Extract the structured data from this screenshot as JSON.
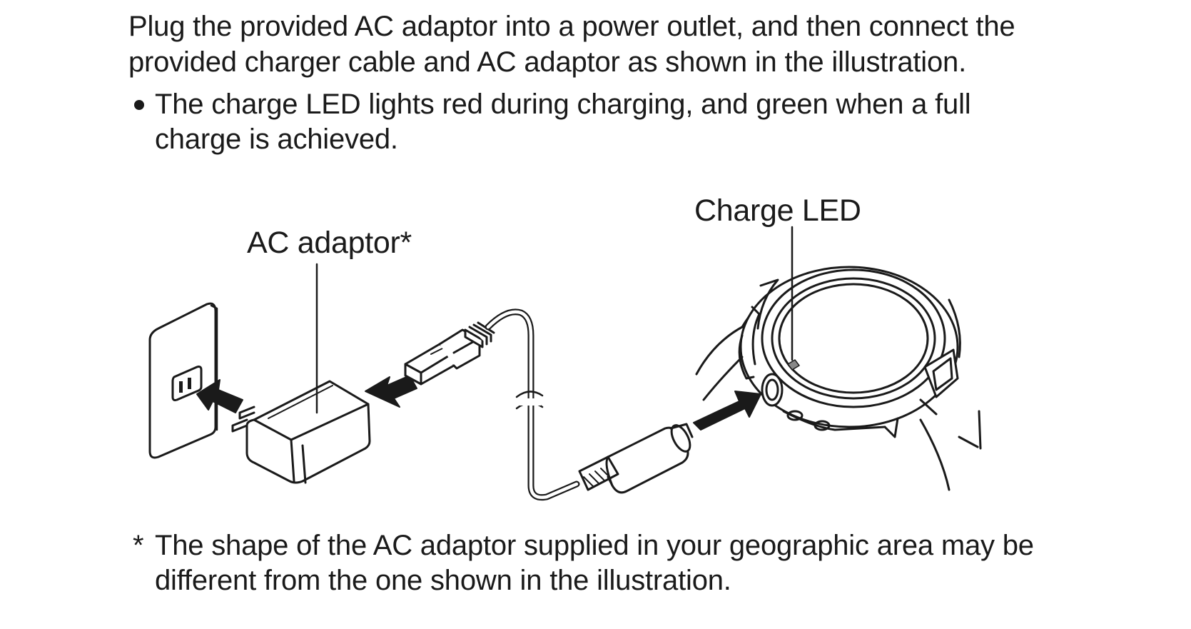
{
  "intro": {
    "line1": "Plug the provided AC adaptor into a power outlet, and then connect the",
    "line2": "provided charger cable and AC adaptor as shown in the illustration."
  },
  "note": {
    "line1": "The charge LED lights red during charging, and green when a full",
    "line2": "charge is achieved."
  },
  "illustration": {
    "ac_adaptor_label": "AC adaptor*",
    "charge_led_label": "Charge LED"
  },
  "footnote": {
    "marker": "*",
    "line1": "The shape of the AC adaptor supplied in your geographic area may be",
    "line2": "different from the one shown in the illustration."
  }
}
